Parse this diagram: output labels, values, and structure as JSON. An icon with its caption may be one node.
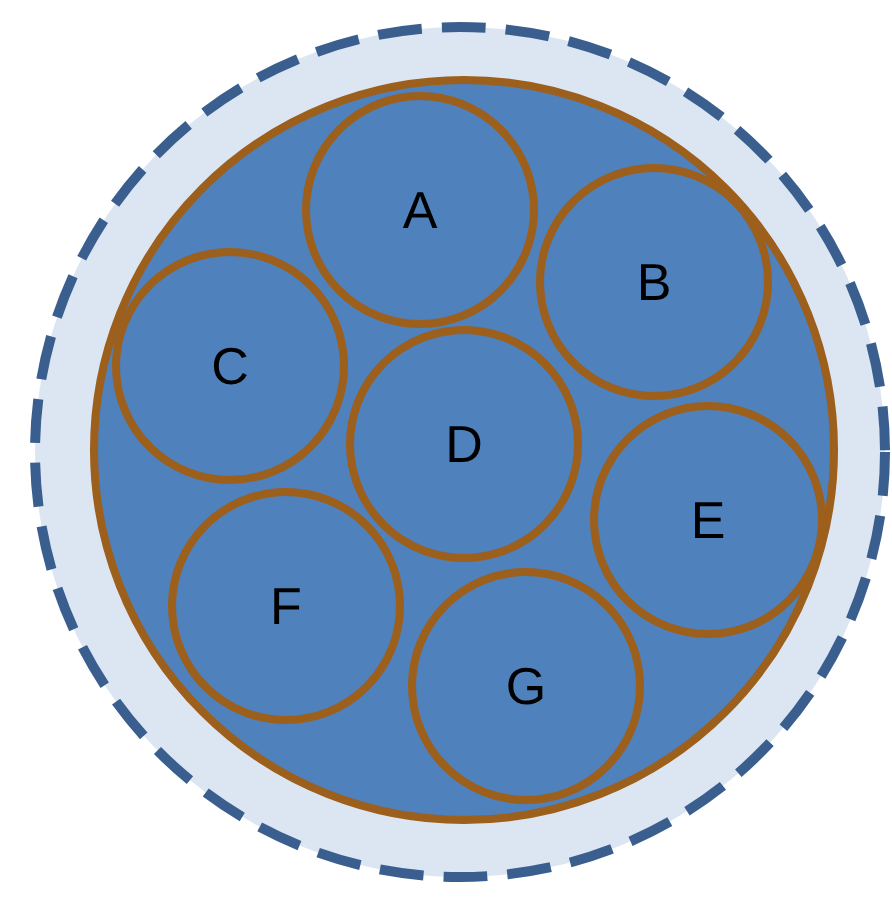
{
  "diagram": {
    "nodes": [
      {
        "text": [],
        "shape": "circle"
      },
      {
        "text": [],
        "shape": "circle",
        "in": 0
      },
      {
        "text": [
          "A"
        ],
        "in": 1
      },
      {
        "text": [
          "B"
        ],
        "in": 1
      },
      {
        "text": [
          "C"
        ],
        "in": 1
      },
      {
        "text": [
          "D"
        ],
        "in": 1
      },
      {
        "text": [
          "E"
        ],
        "in": 1
      },
      {
        "text": [
          "F"
        ],
        "in": 1
      },
      {
        "text": [
          "G"
        ],
        "in": 1
      }
    ]
  }
}
